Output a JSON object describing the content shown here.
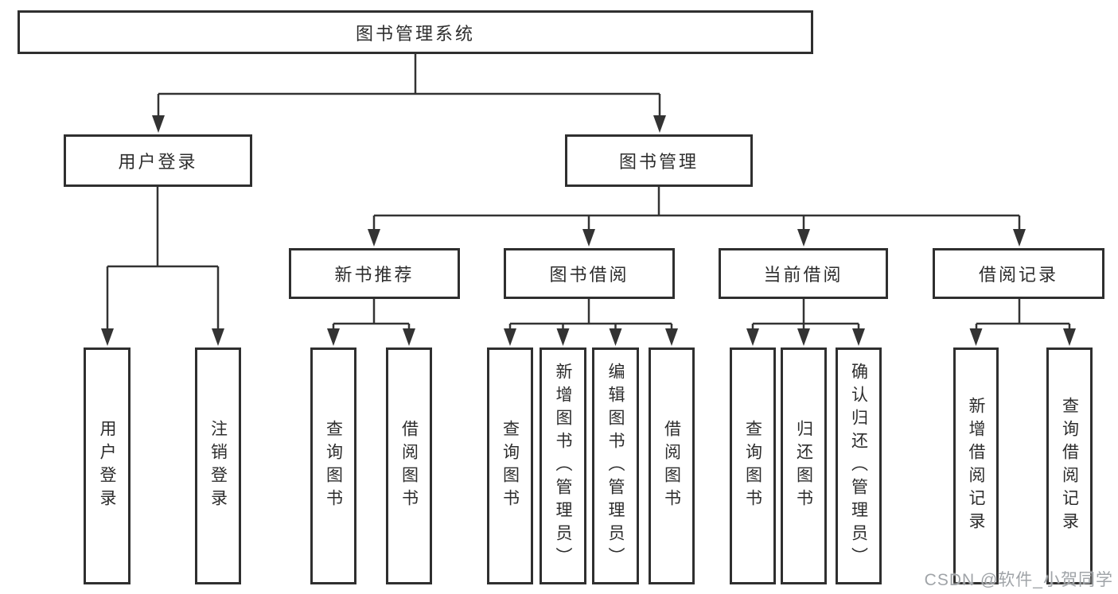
{
  "diagram": {
    "root": {
      "label": "图书管理系统"
    },
    "branches": [
      {
        "label": "用户登录",
        "children": [
          {
            "label": "用户登录"
          },
          {
            "label": "注销登录"
          }
        ]
      },
      {
        "label": "图书管理",
        "sections": [
          {
            "label": "新书推荐",
            "children": [
              {
                "label": "查询图书"
              },
              {
                "label": "借阅图书"
              }
            ]
          },
          {
            "label": "图书借阅",
            "children": [
              {
                "label": "查询图书"
              },
              {
                "label": "新增图书（管理员）"
              },
              {
                "label": "编辑图书（管理员）"
              },
              {
                "label": "借阅图书"
              }
            ]
          },
          {
            "label": "当前借阅",
            "children": [
              {
                "label": "查询图书"
              },
              {
                "label": "归还图书"
              },
              {
                "label": "确认归还（管理员）"
              }
            ]
          },
          {
            "label": "借阅记录",
            "children": [
              {
                "label": "新增借阅记录"
              },
              {
                "label": "查询借阅记录"
              }
            ]
          }
        ]
      }
    ]
  },
  "watermark": {
    "text": "CSDN @软件_小贺同学"
  },
  "colors": {
    "line": "#333333",
    "box_border": "#2f2f2f",
    "text": "#2d2d2d",
    "watermark": "#a0a4a8",
    "background": "#ffffff"
  }
}
